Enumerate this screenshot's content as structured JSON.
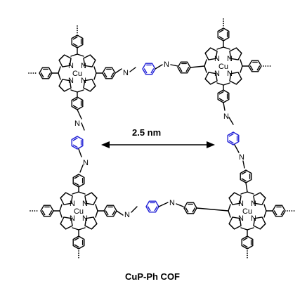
{
  "diagram": {
    "caption": "CuP-Ph COF",
    "distance_label": "2.5 nm",
    "metal_label": "Cu",
    "nitrogen_label": "N",
    "colors": {
      "linker": "#1f1fd6",
      "bond": "#000000"
    }
  }
}
